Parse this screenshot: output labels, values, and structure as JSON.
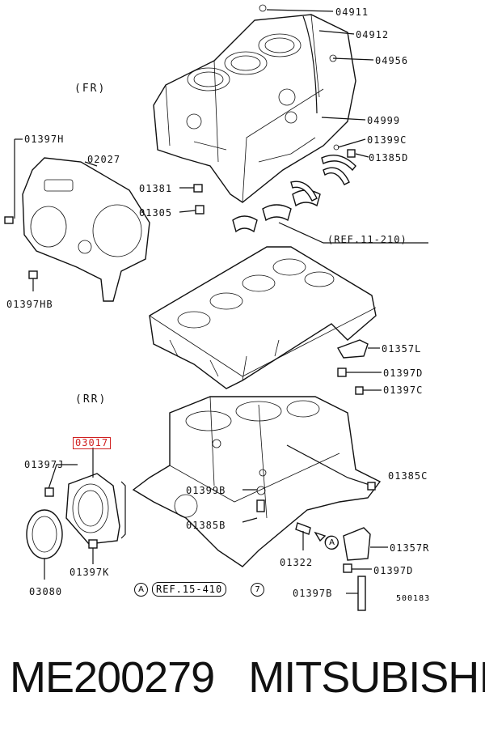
{
  "sections": {
    "front": "(FR)",
    "rear": "(RR)"
  },
  "labels": {
    "p04911": "04911",
    "p04912": "04912",
    "p04956": "04956",
    "p04999": "04999",
    "p01399C": "01399C",
    "p01385D": "01385D",
    "p01397H": "01397H",
    "p02027": "02027",
    "p01381": "01381",
    "p01305": "01305",
    "p01397HB": "01397HB",
    "p01357L": "01357L",
    "p01397D_top": "01397D",
    "p01397C": "01397C",
    "p03017": "03017",
    "p01397J": "01397J",
    "p01385C": "01385C",
    "p01399B": "01399B",
    "p01385B": "01385B",
    "p01357R": "01357R",
    "p01322": "01322",
    "p01397D_bottom": "01397D",
    "p01397K": "01397K",
    "p03080": "03080",
    "p01397B": "01397B"
  },
  "refs": {
    "ref1": "(REF.11-210)",
    "ref2": "REF.15-410",
    "ref2_prefix": "A",
    "ref2_suffix": "7",
    "arrow_marker": "A"
  },
  "diagram_code": "500183",
  "footer": {
    "part_number": "ME200279",
    "brand": "MITSUBISHI"
  }
}
